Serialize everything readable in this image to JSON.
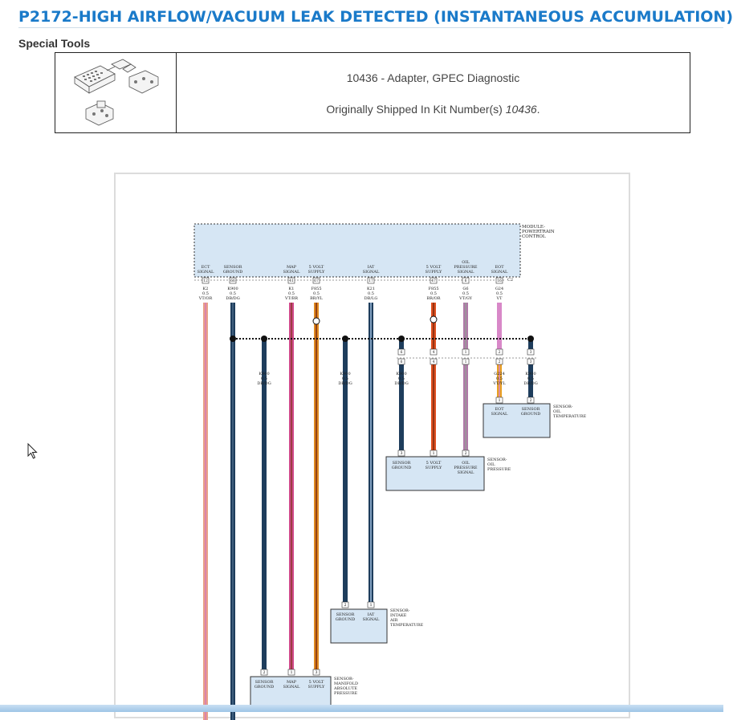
{
  "page": {
    "title": "P2172-HIGH AIRFLOW/VACUUM LEAK DETECTED (INSTANTANEOUS ACCUMULATION)",
    "special_tools_heading": "Special Tools"
  },
  "tools": [
    {
      "name": "10436 - Adapter, GPEC Diagnostic",
      "kit_prefix": "Originally Shipped In Kit Number(s)",
      "kit_number": "10436",
      "kit_suffix": "."
    }
  ],
  "colors": {
    "title": "#1a7ac9",
    "module_fill": "#d6e6f4",
    "wire_dark_blue": "#1e3d5c",
    "wire_orange": "#e8a088",
    "wire_pink": "#d77ab8",
    "wire_violet": "#c03070"
  },
  "diagram": {
    "pcm": {
      "label_lines": [
        "MODULE-",
        "POWERTRAIN",
        "CONTROL"
      ],
      "connector": "C2",
      "pins": [
        {
          "label_lines": [
            "ECT",
            "SIGNAL"
          ],
          "pin": "12",
          "circuit": "K2",
          "gauge": "0.5",
          "color": "VT/OR"
        },
        {
          "label_lines": [
            "SENSOR",
            "GROUND"
          ],
          "pin": "66",
          "circuit": "K900",
          "gauge": "0.5",
          "color": "DB/DG"
        },
        {
          "label_lines": [
            "MAP",
            "SIGNAL"
          ],
          "pin": "41",
          "circuit": "K1",
          "gauge": "0.5",
          "color": "VT/BR"
        },
        {
          "label_lines": [
            "5 VOLT",
            "SUPPLY"
          ],
          "pin": "67",
          "circuit": "F855",
          "gauge": "0.5",
          "color": "BR/YL"
        },
        {
          "label_lines": [
            "IAT",
            "SIGNAL"
          ],
          "pin": "17",
          "circuit": "K21",
          "gauge": "0.5",
          "color": "DB/LG"
        },
        {
          "label_lines": [
            "5 VOLT",
            "SUPPLY"
          ],
          "pin": "47",
          "circuit": "F855",
          "gauge": "0.5",
          "color": "BR/OR"
        },
        {
          "label_lines": [
            "OIL",
            "PRESSURE",
            "SIGNAL"
          ],
          "pin": "6",
          "circuit": "G6",
          "gauge": "0.5",
          "color": "VT/GY"
        },
        {
          "label_lines": [
            "EOT",
            "SIGNAL"
          ],
          "pin": "16",
          "circuit": "G24",
          "gauge": "0.5",
          "color": "VT"
        }
      ]
    },
    "splice_wires": [
      {
        "circuit": "K900",
        "gauge": "0.5",
        "color": "DB/DG"
      },
      {
        "circuit": "K900",
        "gauge": "0.5",
        "color": "DB/DG"
      },
      {
        "circuit": "K900",
        "gauge": "0.5",
        "color": "DB/DG"
      },
      {
        "circuit": "G224",
        "gauge": "0.5",
        "color": "VT/YL"
      },
      {
        "circuit": "K900",
        "gauge": "0.5",
        "color": "DB/DG"
      }
    ],
    "inline_connector_pins": [
      "6",
      "4",
      "1",
      "2",
      "3"
    ],
    "components": [
      {
        "label_lines": [
          "SENSOR-",
          "OIL",
          "TEMPERATURE"
        ],
        "pins": [
          {
            "label_lines": [
              "EOT",
              "SIGNAL"
            ],
            "pin": "1"
          },
          {
            "label_lines": [
              "SENSOR",
              "GROUND"
            ],
            "pin": "2"
          }
        ]
      },
      {
        "label_lines": [
          "SENSOR-",
          "OIL",
          "PRESSURE"
        ],
        "pins": [
          {
            "label_lines": [
              "SENSOR",
              "GROUND"
            ],
            "pin": "3"
          },
          {
            "label_lines": [
              "5 VOLT",
              "SUPPLY"
            ],
            "pin": "1"
          },
          {
            "label_lines": [
              "OIL",
              "PRESSURE",
              "SIGNAL"
            ],
            "pin": "2"
          }
        ]
      },
      {
        "label_lines": [
          "SENSOR-",
          "INTAKE",
          "AIR",
          "TEMPERATURE"
        ],
        "pins": [
          {
            "label_lines": [
              "SENSOR",
              "GROUND"
            ],
            "pin": "2"
          },
          {
            "label_lines": [
              "IAT",
              "SIGNAL"
            ],
            "pin": "1"
          }
        ]
      },
      {
        "label_lines": [
          "SENSOR-",
          "MANIFOLD",
          "ABSOLUTE",
          "PRESSURE"
        ],
        "pins": [
          {
            "label_lines": [
              "SENSOR",
              "GROUND"
            ],
            "pin": "2"
          },
          {
            "label_lines": [
              "MAP",
              "SIGNAL"
            ],
            "pin": "1"
          },
          {
            "label_lines": [
              "5 VOLT",
              "SUPPLY"
            ],
            "pin": "3"
          }
        ]
      }
    ]
  }
}
